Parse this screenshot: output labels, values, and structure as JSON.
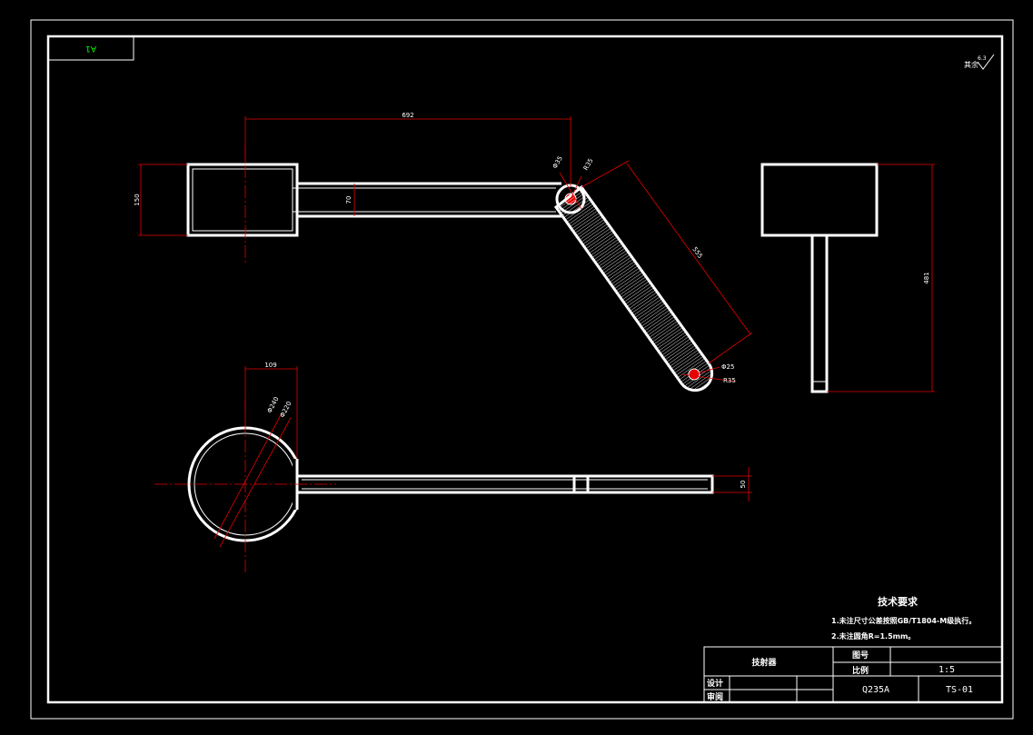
{
  "sheet": {
    "format_label": "A1",
    "roughness_label": "其余",
    "roughness_value": "6.3"
  },
  "dimensions": {
    "front_length": "692",
    "head_height": "150",
    "handle_height": "70",
    "pivot_dia": "Φ35",
    "pivot_radius": "R35",
    "arm_length": "555",
    "arm_end_dia": "Φ25",
    "arm_end_radius": "R35",
    "side_height": "481",
    "top_offset": "109",
    "ring_outer_dia": "Φ240",
    "ring_inner_dia": "Φ220",
    "top_bar_height": "50"
  },
  "tech_requirements": {
    "title": "技术要求",
    "lines": [
      "1.未注尺寸公差按照GB/T1804-M级执行。",
      "2.未注圆角R=1.5mm。"
    ]
  },
  "title_block": {
    "part_name": "技射器",
    "drawing_no_label": "图号",
    "drawing_no_value": "",
    "scale_label": "比例",
    "scale_value": "1:5",
    "designer_label": "设计",
    "reviewer_label": "审阅",
    "material": "Q235A",
    "code": "TS-01"
  },
  "colors": {
    "background": "#000000",
    "outline": "#ffffff",
    "dimension": "#e60000",
    "format_label": "#00ff00"
  }
}
